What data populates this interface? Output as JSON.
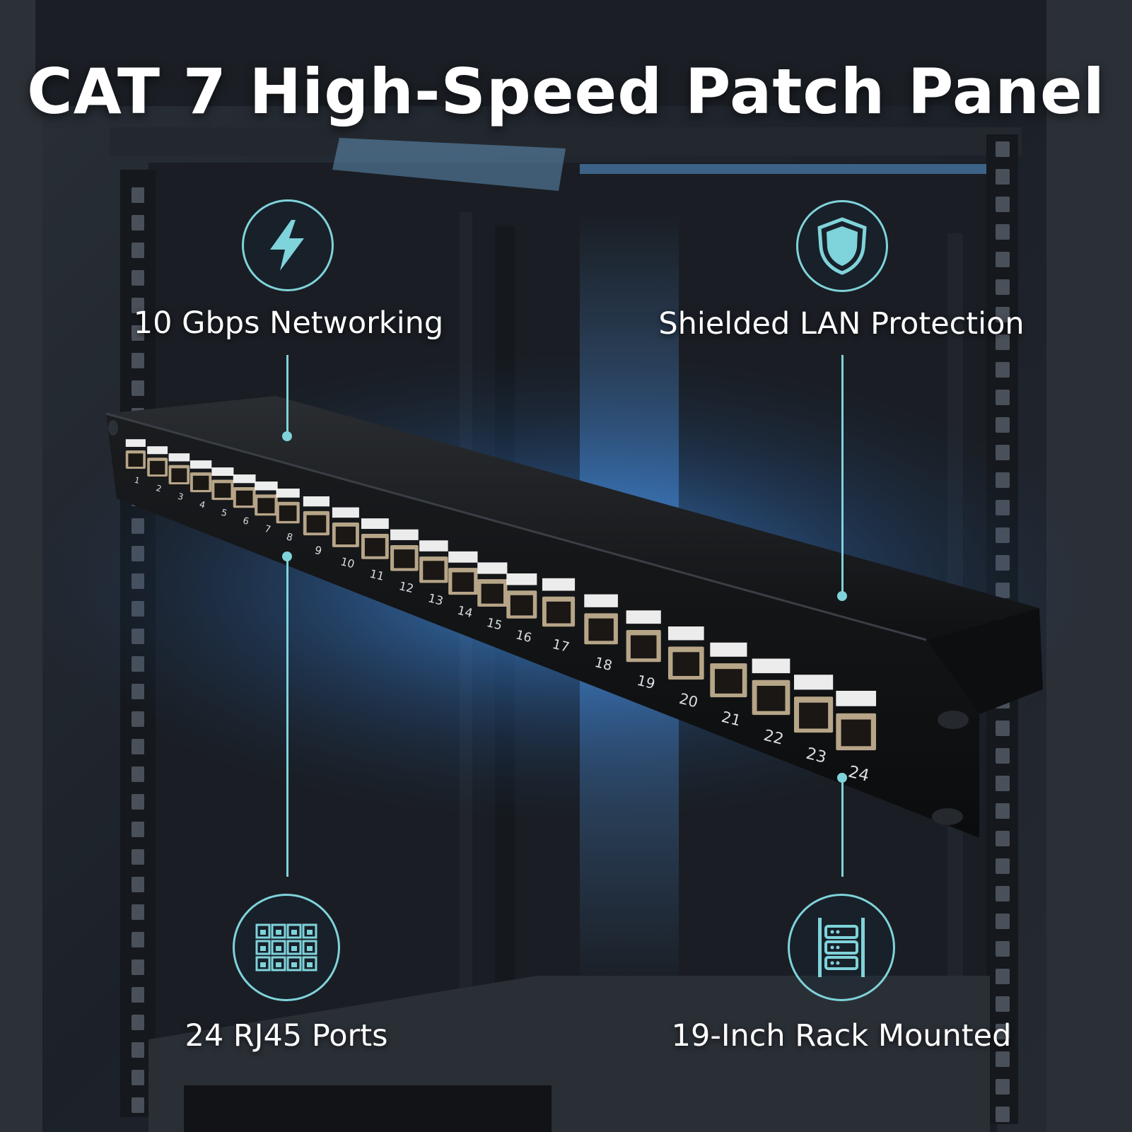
{
  "title": "CAT 7 High-Speed Patch Panel",
  "colors": {
    "accent": "#7fd3da",
    "title_text": "#ffffff",
    "background": "#1f252d",
    "panel_body": "#141619",
    "port_jack": "#b7a588",
    "port_label": "#ffffff",
    "glow": "#3d8ee8"
  },
  "features": [
    {
      "id": "speed",
      "label": "10 Gbps Networking",
      "icon": "lightning-bolt-icon"
    },
    {
      "id": "shield",
      "label": "Shielded LAN Protection",
      "icon": "shield-icon"
    },
    {
      "id": "ports",
      "label": "24 RJ45 Ports",
      "icon": "port-grid-icon"
    },
    {
      "id": "rack",
      "label": "19-Inch Rack Mounted",
      "icon": "server-rack-icon"
    }
  ],
  "patch_panel": {
    "port_numbers": [
      "1",
      "2",
      "3",
      "4",
      "5",
      "6",
      "7",
      "8",
      "9",
      "10",
      "11",
      "12",
      "13",
      "14",
      "15",
      "16",
      "17",
      "18",
      "19",
      "20",
      "21",
      "22",
      "23",
      "24"
    ]
  }
}
